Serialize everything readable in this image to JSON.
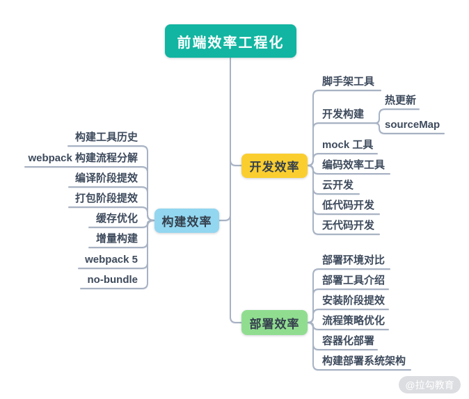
{
  "root": {
    "label": "前端效率工程化",
    "color": "#12b5a1"
  },
  "branches": {
    "dev": {
      "label": "开发效率",
      "color": "#fbce2f",
      "children": [
        {
          "label": "脚手架工具"
        },
        {
          "label": "开发构建",
          "children": [
            {
              "label": "热更新"
            },
            {
              "label": "sourceMap"
            }
          ]
        },
        {
          "label": "mock 工具"
        },
        {
          "label": "编码效率工具"
        },
        {
          "label": "云开发"
        },
        {
          "label": "低代码开发"
        },
        {
          "label": "无代码开发"
        }
      ]
    },
    "build": {
      "label": "构建效率",
      "color": "#92d6f0",
      "children": [
        {
          "label": "构建工具历史"
        },
        {
          "label": "webpack 构建流程分解"
        },
        {
          "label": "编译阶段提效"
        },
        {
          "label": "打包阶段提效"
        },
        {
          "label": "缓存优化"
        },
        {
          "label": "增量构建"
        },
        {
          "label": "webpack 5"
        },
        {
          "label": "no-bundle"
        }
      ]
    },
    "deploy": {
      "label": "部署效率",
      "color": "#90dd90",
      "children": [
        {
          "label": "部署环境对比"
        },
        {
          "label": "部署工具介绍"
        },
        {
          "label": "安装阶段提效"
        },
        {
          "label": "流程策略优化"
        },
        {
          "label": "容器化部署"
        },
        {
          "label": "构建部署系统架构"
        }
      ]
    }
  },
  "colors": {
    "connector": "#a7b2c3",
    "subtopic_text": "#3d4a5c",
    "node_text": "#35404d",
    "root_text": "#ffffff"
  },
  "watermark": {
    "label": "@拉勾教育"
  }
}
